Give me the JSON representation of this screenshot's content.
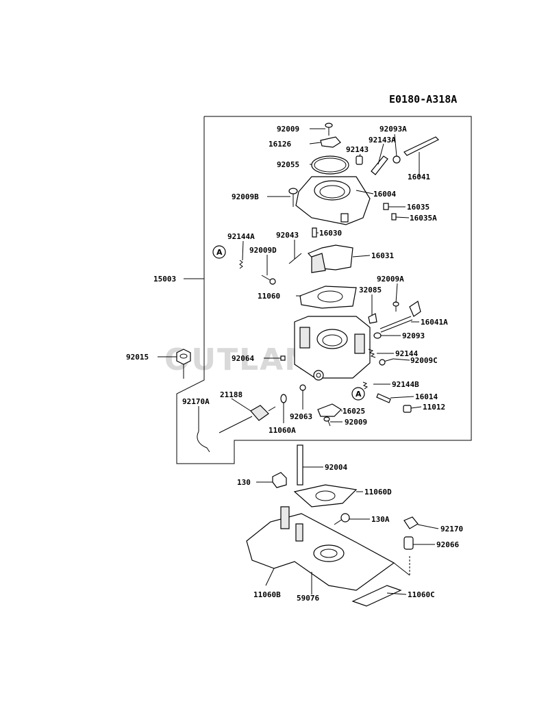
{
  "diagram_code": "E0180-A318A",
  "watermark": "OUTLANDS",
  "ref_marker": "A",
  "labels": {
    "p92009": "92009",
    "p16126": "16126",
    "p92093A": "92093A",
    "p92143A": "92143A",
    "p92143": "92143",
    "p92055": "92055",
    "p16041": "16041",
    "p16004": "16004",
    "p92009B": "92009B",
    "p16035": "16035",
    "p16035A": "16035A",
    "p16030": "16030",
    "p92144A": "92144A",
    "p92043": "92043",
    "p92009D": "92009D",
    "p16031": "16031",
    "p15003": "15003",
    "p92009A": "92009A",
    "p11060": "11060",
    "p32085": "32085",
    "p16041A": "16041A",
    "p92093": "92093",
    "p92015": "92015",
    "p92064": "92064",
    "p92144": "92144",
    "p92009C": "92009C",
    "p92144B": "92144B",
    "p92170A": "92170A",
    "p21188": "21188",
    "p16014": "16014",
    "p92063": "92063",
    "p16025": "16025",
    "p11012": "11012",
    "p11060A": "11060A",
    "p92009b2": "92009",
    "p92004": "92004",
    "p130": "130",
    "p11060D": "11060D",
    "p130A": "130A",
    "p92170": "92170",
    "p92066": "92066",
    "p11060B": "11060B",
    "p59076": "59076",
    "p11060C": "11060C"
  }
}
